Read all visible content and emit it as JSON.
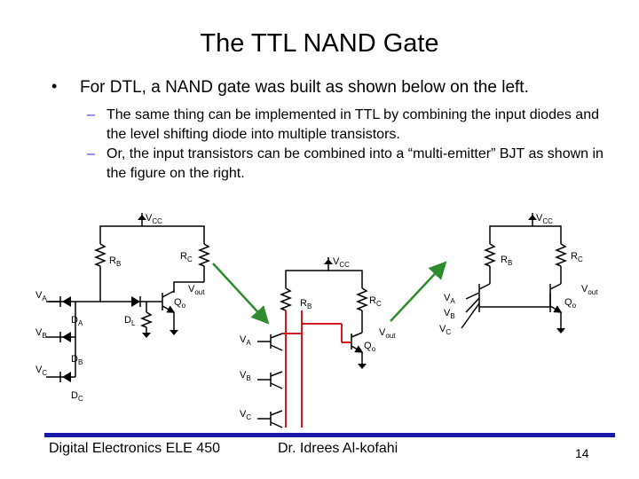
{
  "slide": {
    "title": "The TTL NAND Gate",
    "bullet": "For DTL, a NAND gate was built as shown below on the left.",
    "subbullets": [
      "The same thing can be implemented in TTL by combining the input diodes and the level shifting diode into multiple transistors.",
      "Or, the input transistors can be combined into a “multi-emitter” BJT as shown in the figure on the right."
    ]
  },
  "diagram": {
    "left": {
      "vcc": {
        "main": "V",
        "sub": "CC"
      },
      "rb": {
        "main": "R",
        "sub": "B"
      },
      "rc": {
        "main": "R",
        "sub": "C"
      },
      "vout": {
        "main": "V",
        "sub": "out"
      },
      "qo": {
        "main": "Q",
        "sub": "o"
      },
      "va": {
        "main": "V",
        "sub": "A"
      },
      "vb": {
        "main": "V",
        "sub": "B"
      },
      "vc": {
        "main": "V",
        "sub": "C"
      },
      "da": {
        "main": "D",
        "sub": "A"
      },
      "db": {
        "main": "D",
        "sub": "B"
      },
      "dc": {
        "main": "D",
        "sub": "C"
      },
      "dl": {
        "main": "D",
        "sub": "L"
      }
    },
    "middle": {
      "vcc": {
        "main": "V",
        "sub": "CC"
      },
      "rb": {
        "main": "R",
        "sub": "B"
      },
      "rc": {
        "main": "R",
        "sub": "C"
      },
      "vout": {
        "main": "V",
        "sub": "out"
      },
      "qo": {
        "main": "Q",
        "sub": "o"
      },
      "va": {
        "main": "V",
        "sub": "A"
      },
      "vb": {
        "main": "V",
        "sub": "B"
      },
      "vc": {
        "main": "V",
        "sub": "C"
      }
    },
    "right": {
      "vcc": {
        "main": "V",
        "sub": "CC"
      },
      "rb": {
        "main": "R",
        "sub": "B"
      },
      "rc": {
        "main": "R",
        "sub": "C"
      },
      "vout": {
        "main": "V",
        "sub": "out"
      },
      "qo": {
        "main": "Q",
        "sub": "o"
      },
      "va": {
        "main": "V",
        "sub": "A"
      },
      "vb": {
        "main": "V",
        "sub": "B"
      },
      "vc": {
        "main": "V",
        "sub": "C"
      }
    },
    "colors": {
      "wire": "#000000",
      "highlight": "#cc0000",
      "arrow": "#2e8b2e",
      "accent": "#1a1aa8"
    }
  },
  "footer": {
    "course": "Digital Electronics ELE 450",
    "author": "Dr. Idrees Al-kofahi",
    "page": "14"
  }
}
